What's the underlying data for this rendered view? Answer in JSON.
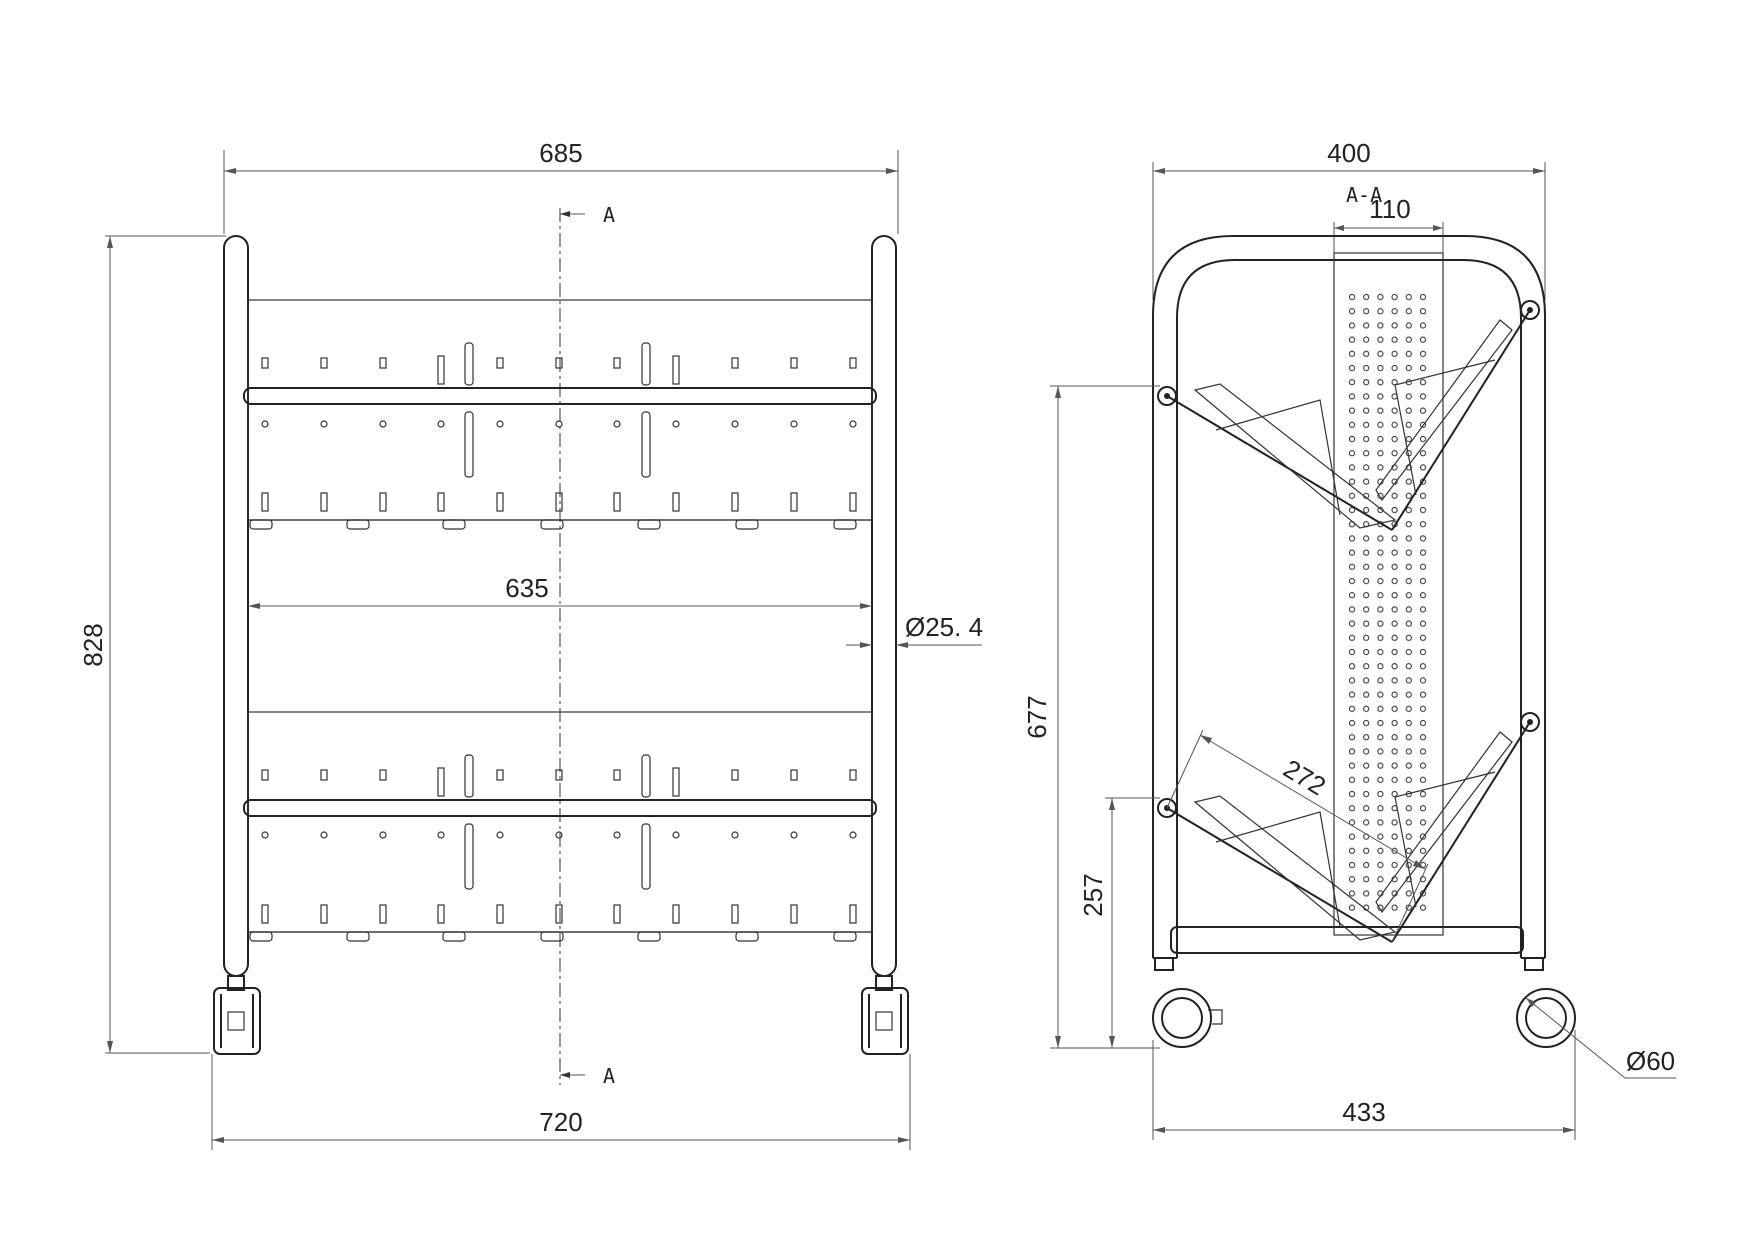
{
  "front_view": {
    "dim_overall_width": "685",
    "dim_inner_width": "635",
    "dim_total_width": "720",
    "dim_height": "828",
    "dim_pipe_diameter": "Ø25. 4",
    "section_mark_top": "A",
    "section_mark_bottom": "A"
  },
  "side_view": {
    "section_label": "A-A",
    "dim_depth": "400",
    "dim_panel_width": "110",
    "dim_upper_height": "677",
    "dim_lower_height": "257",
    "dim_shelf_length": "272",
    "dim_total_depth": "433",
    "dim_caster_diameter": "Ø60"
  }
}
